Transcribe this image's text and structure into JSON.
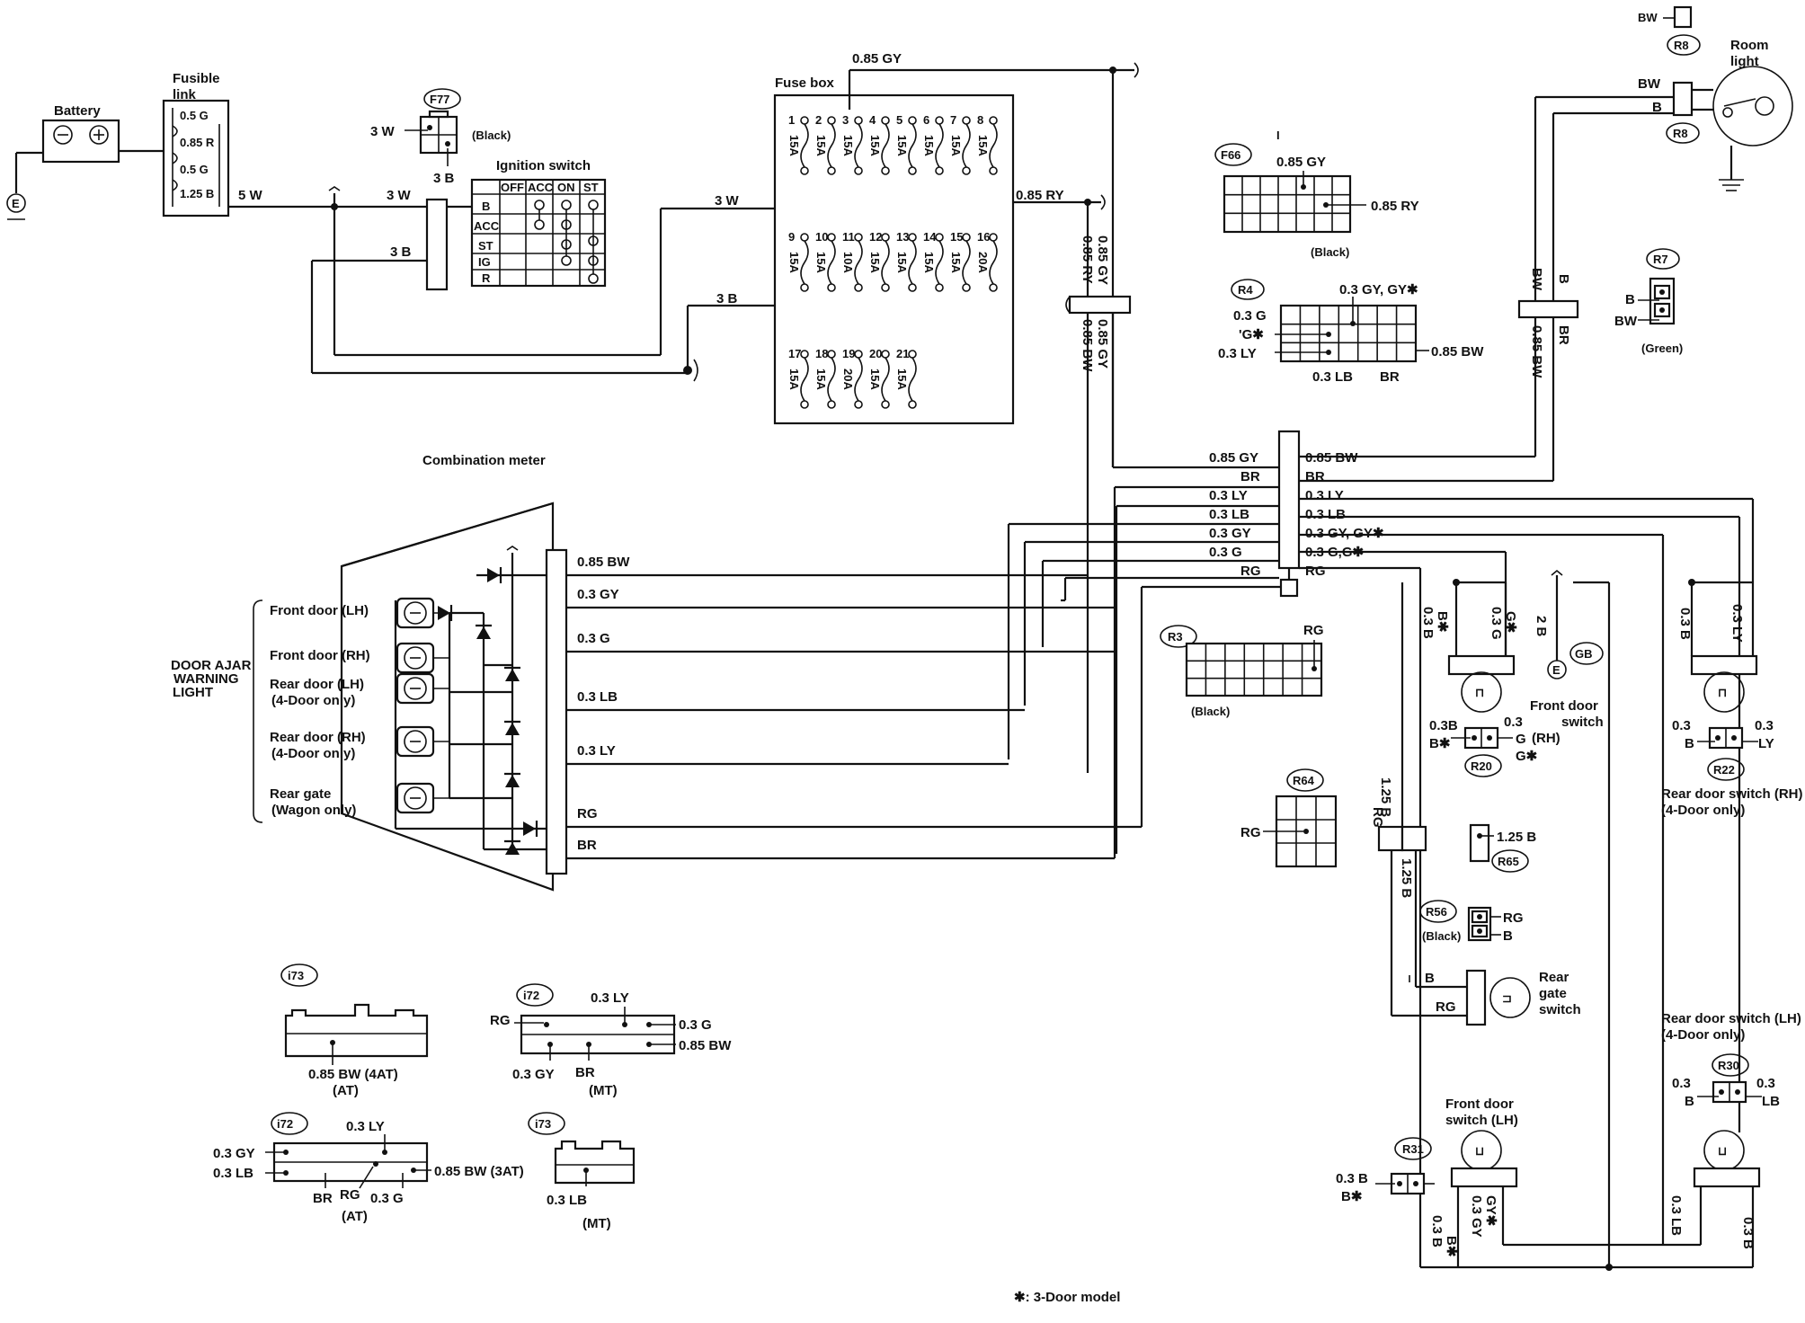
{
  "components": {
    "battery": "Battery",
    "fusible_link_title": [
      "Fusible",
      "link"
    ],
    "fusible_link_ratings": [
      "0.5 G",
      "0.85 R",
      "0.5 G",
      "1.25 B"
    ],
    "ignition_switch": "Ignition switch",
    "ignition_cols": [
      "OFF",
      "ACC",
      "ON",
      "ST"
    ],
    "ignition_rows": [
      "B",
      "ACC",
      "ST",
      "IG",
      "R"
    ],
    "fuse_box": "Fuse box",
    "fuse_numbers_row1": [
      "1",
      "2",
      "3",
      "4",
      "5",
      "6",
      "7",
      "8"
    ],
    "fuse_numbers_row2": [
      "9",
      "10",
      "11",
      "12",
      "13",
      "14",
      "15",
      "16"
    ],
    "fuse_numbers_row3": [
      "17",
      "18",
      "19",
      "20",
      "21"
    ],
    "fuse_amps_row1": [
      "15A",
      "15A",
      "15A",
      "15A",
      "15A",
      "15A",
      "15A",
      "15A"
    ],
    "fuse_amps_row2": [
      "15A",
      "15A",
      "10A",
      "15A",
      "15A",
      "15A",
      "15A",
      "20A"
    ],
    "fuse_amps_row3": [
      "15A",
      "15A",
      "20A",
      "15A",
      "15A"
    ],
    "combination_meter": "Combination meter",
    "door_ajar": [
      "DOOR AJAR",
      "WARNING",
      "LIGHT"
    ],
    "lamps": [
      {
        "l1": "Front door (LH)",
        "l2": ""
      },
      {
        "l1": "Front door (RH)",
        "l2": ""
      },
      {
        "l1": "Rear door (LH)",
        "l2": "(4-Door only)"
      },
      {
        "l1": "Rear door (RH)",
        "l2": "(4-Door only)"
      },
      {
        "l1": "Rear gate",
        "l2": "(Wagon only)"
      }
    ],
    "room_light": [
      "Room",
      "light"
    ],
    "front_door_switch_rh": [
      "Front door",
      "switch",
      "(RH)"
    ],
    "rear_door_switch_rh": [
      "Rear door switch (RH)",
      "(4-Door only)"
    ],
    "rear_gate_switch": [
      "Rear",
      "gate",
      "switch"
    ],
    "rear_door_switch_lh": [
      "Rear door switch (LH)",
      "(4-Door only)"
    ],
    "front_door_switch_lh": [
      "Front door",
      "switch (LH)"
    ],
    "footnote": "✱: 3-Door model"
  },
  "wires": {
    "w5W": "5 W",
    "w3W": "3 W",
    "w3B": "3 B",
    "w3W_b": "3 W",
    "w3B_b": "3 B",
    "gy085": "0.85 GY",
    "ry085": "0.85 RY",
    "v_ry": "0.85 RY",
    "v_gy": "0.85 GY",
    "v_bw": "0.85 BW",
    "v_gy2": "0.85 GY",
    "meter_bw": "0.85 BW",
    "meter_gy": "0.3 GY",
    "meter_g": "0.3 G",
    "meter_lb": "0.3 LB",
    "meter_ly": "0.3 LY",
    "meter_rg": "RG",
    "meter_br": "BR",
    "jl": [
      "0.85 GY",
      "BR",
      "0.3 LY",
      "0.3 LB",
      "0.3 GY",
      "0.3 G",
      "RG"
    ],
    "jr": [
      "0.85 BW",
      "BR",
      "0.3 LY",
      "0.3 LB",
      "0.3 GY, GY✱",
      "0.3 G,G✱",
      "RG"
    ],
    "right_b": "B",
    "right_br": "BR",
    "right_bw": "BW",
    "right_085bw": "0.85 BW",
    "room_bw": "BW",
    "room_b": "B",
    "r20_v1": "0.3 B",
    "r20_v1b": "B✱",
    "r20_v2": "0.3 G",
    "r20_v2b": "G✱",
    "gb_v": "2 B",
    "r22_v1": "0.3 B",
    "r22_v2": "0.3 LY",
    "rg_v": "RG",
    "b125_v": "1.25 B",
    "b125_v2": "1.25 B",
    "gate_b": "B",
    "gate_rg": "RG",
    "r31_v1": "0.3 B",
    "r31_v1b": "B✱",
    "r31_v2": "0.3 GY",
    "r31_v2b": "GY✱",
    "r30_v1": "0.3 LB",
    "r30_v2": "0.3 B"
  },
  "connectors": {
    "F77": {
      "id": "F77",
      "left": "3 W",
      "bottom": "3 B",
      "note": "(Black)"
    },
    "F66": {
      "id": "F66",
      "top": "0.85 GY",
      "right": "0.85 RY",
      "note": "(Black)",
      "mark": "I"
    },
    "R4": {
      "id": "R4",
      "l1": "0.3 G",
      "l2": "'G✱",
      "l3": "0.3 LY",
      "top": "0.3 GY, GY✱",
      "right": "0.85 BW",
      "b1": "0.3 LB",
      "b2": "BR"
    },
    "R8": {
      "id": "R8",
      "top": "BW"
    },
    "R8b": {
      "id": "R8"
    },
    "R7": {
      "id": "R7",
      "l1": "B",
      "l2": "BW",
      "note": "(Green)"
    },
    "R3": {
      "id": "R3",
      "right": "RG",
      "note": "(Black)"
    },
    "R64": {
      "id": "R64",
      "left": "RG"
    },
    "R20": {
      "id": "R20",
      "l1": "0.3B",
      "l2": "B✱",
      "r1": "0.3",
      "r2": "G",
      "r3": "G✱"
    },
    "R22": {
      "id": "R22",
      "l1": "0.3",
      "l2": "B",
      "r1": "0.3",
      "r2": "LY"
    },
    "GB": {
      "id": "GB"
    },
    "R65": {
      "id": "R65",
      "right": "1.25 B"
    },
    "R56": {
      "id": "R56",
      "r1": "RG",
      "r2": "B",
      "note": "(Black)"
    },
    "R30": {
      "id": "R30",
      "l1": "0.3",
      "l2": "B",
      "r1": "0.3",
      "r2": "LB"
    },
    "R31": {
      "id": "R31",
      "l1": "0.3 B",
      "l2": "B✱"
    },
    "i73a": {
      "id": "i73",
      "b1": "0.85 BW (4AT)",
      "b2": "(AT)"
    },
    "i72a": {
      "id": "i72",
      "left": "RG",
      "top": "0.3 LY",
      "r1": "0.3 G",
      "r2": "0.85 BW",
      "b1": "0.3 GY",
      "b2": "BR",
      "b3": "(MT)"
    },
    "i72b": {
      "id": "i72",
      "l1": "0.3 GY",
      "l2": "0.3 LB",
      "top": "0.3 LY",
      "right": "0.85 BW (3AT)",
      "b1": "BR",
      "b2": "RG",
      "b3": "0.3 G",
      "b4": "(AT)"
    },
    "i73b": {
      "id": "i73",
      "b1": "0.3 LB",
      "b2": "(MT)"
    }
  }
}
